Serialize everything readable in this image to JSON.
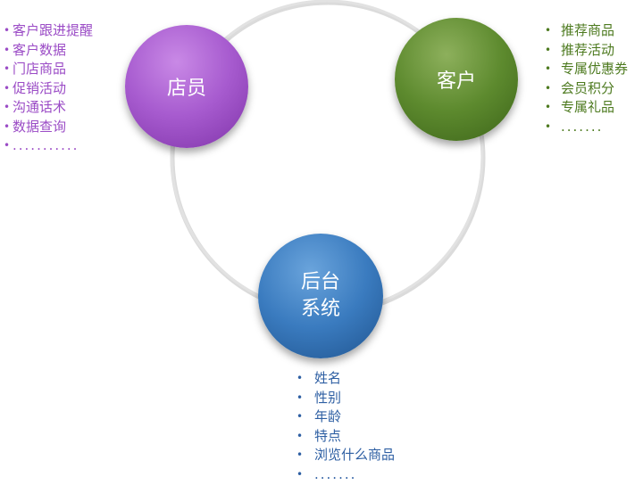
{
  "nodes": {
    "staff": {
      "label": "店员",
      "color": "#a75bcf"
    },
    "customer": {
      "label": "客户",
      "color": "#5d8a2e"
    },
    "backend": {
      "label_line1": "后台",
      "label_line2": "系统",
      "color": "#3a7bbf"
    }
  },
  "ring_color": "#d6d6d6",
  "lists": {
    "staff": [
      "客户跟进提醒",
      "客户数据",
      "门店商品",
      "促销活动",
      "沟通话术",
      "数据查询",
      "..........."
    ],
    "customer": [
      "推荐商品",
      "推荐活动",
      "专属优惠券",
      "会员积分",
      "专属礼品",
      "......."
    ],
    "backend": [
      "姓名",
      "性别",
      "年龄",
      "特点",
      "浏览什么商品",
      "......."
    ]
  }
}
